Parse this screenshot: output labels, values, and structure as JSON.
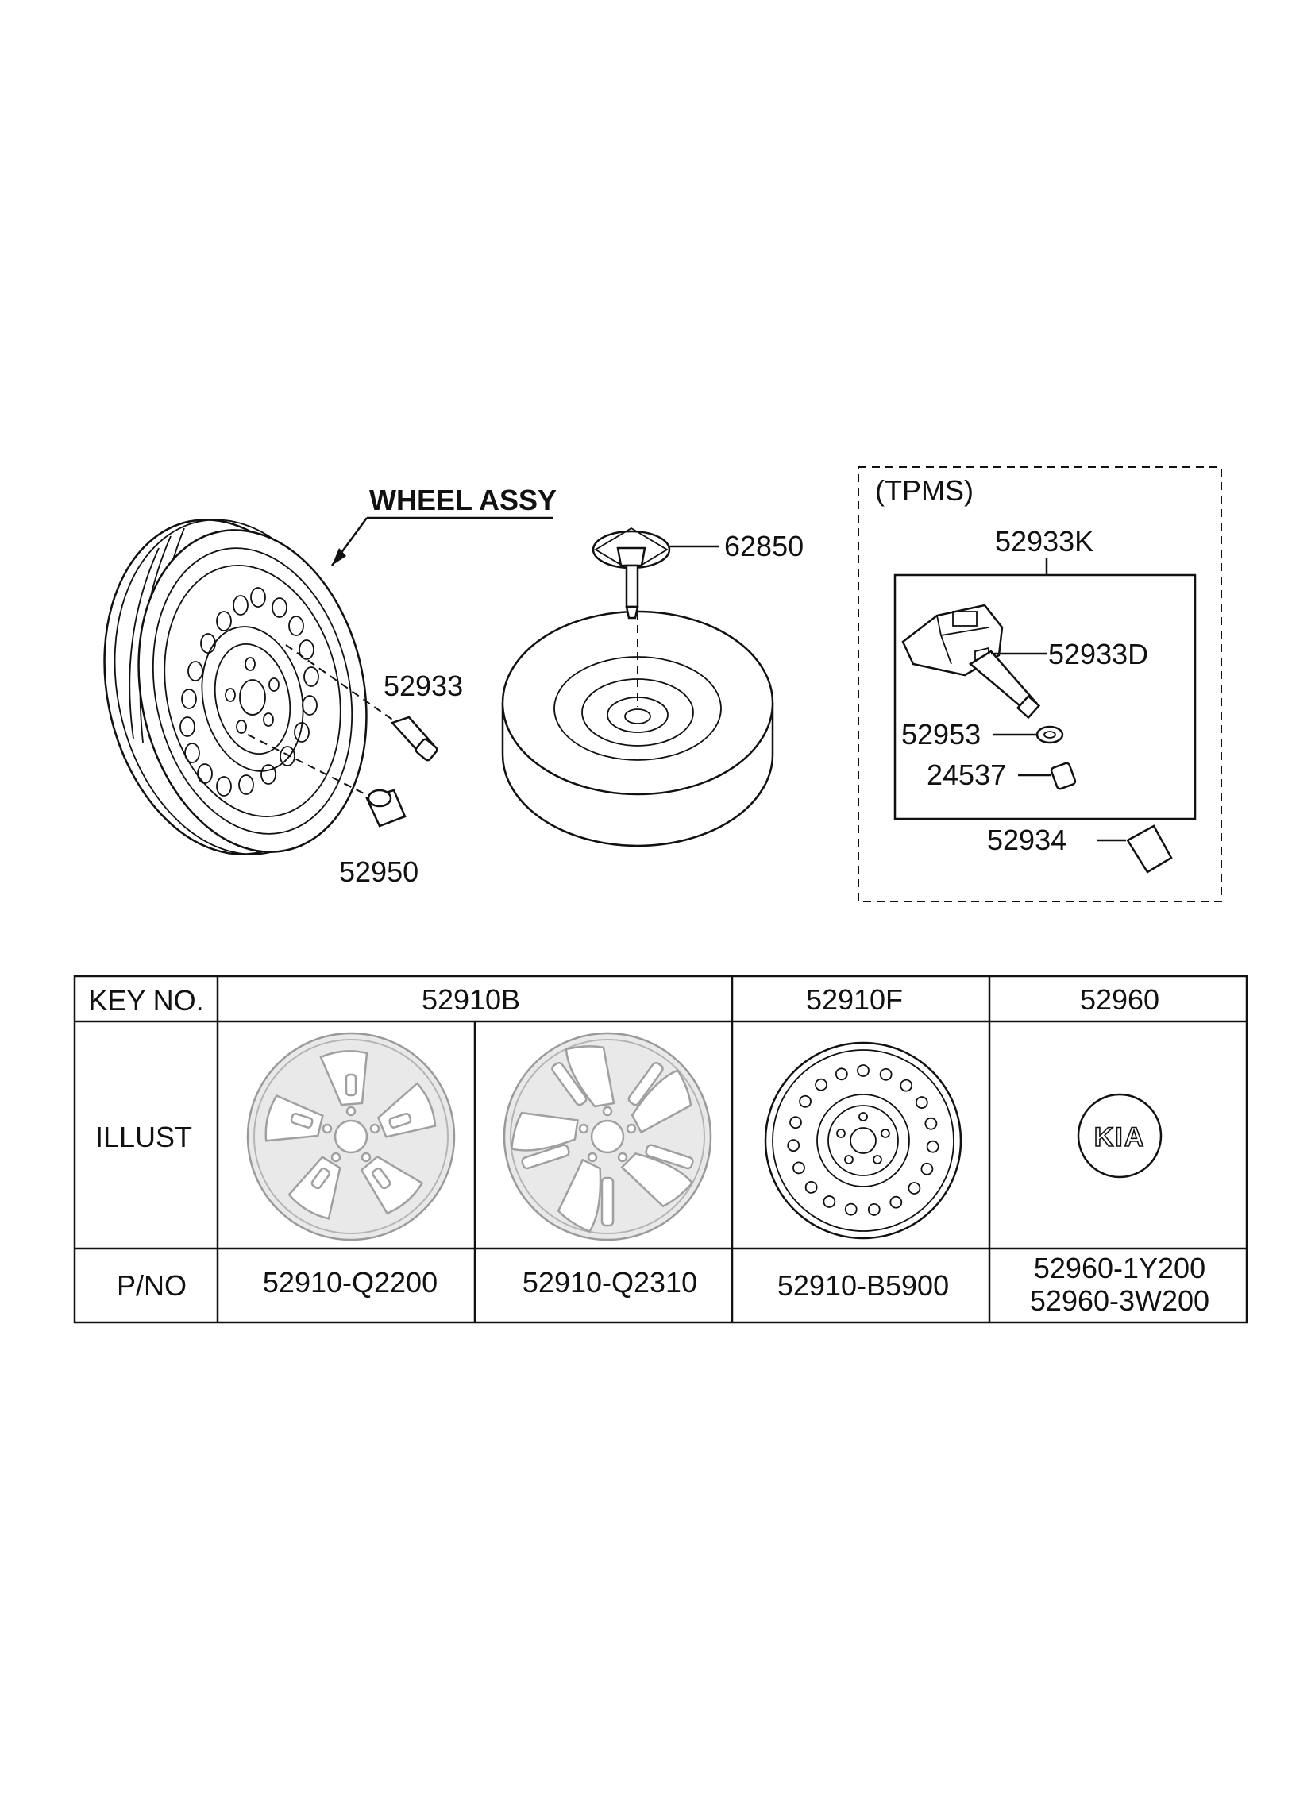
{
  "diagram": {
    "title": "WHEEL ASSY",
    "tpms_title": "(TPMS)",
    "parts": {
      "p62850": "62850",
      "p52933": "52933",
      "p52950": "52950",
      "p52933K": "52933K",
      "p52933D": "52933D",
      "p52953": "52953",
      "p24537": "24537",
      "p52934": "52934"
    }
  },
  "table": {
    "row_headers": [
      "KEY NO.",
      "ILLUST",
      "P/NO"
    ],
    "key_no": [
      "52910B",
      "52910F",
      "52960"
    ],
    "pno": [
      "52910-Q2200",
      "52910-Q2310",
      "52910-B5900"
    ],
    "pno_52960": [
      "52960-1Y200",
      "52960-3W200"
    ],
    "logo_text": "KIA"
  },
  "colors": {
    "line": "#111111",
    "alloy_fill": "#e9e9e9",
    "alloy_stroke": "#9a9a9a"
  }
}
